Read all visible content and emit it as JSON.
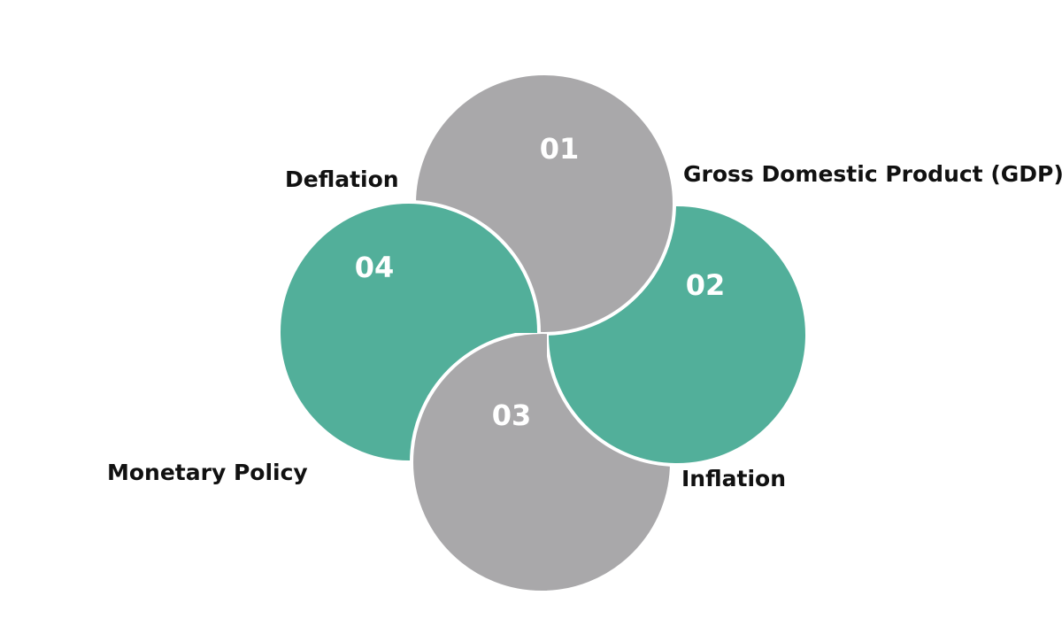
{
  "diagram": {
    "type": "four-circle pinwheel",
    "colors": {
      "gray": "#a9a8aa",
      "teal": "#52af9a",
      "outline": "#ffffff",
      "label_text": "#111111",
      "number_text": "#ffffff"
    },
    "segments": [
      {
        "number": "01",
        "label": "Gross Domestic Product (GDP)",
        "color": "gray",
        "position": "top"
      },
      {
        "number": "02",
        "label": "Inflation",
        "color": "teal",
        "position": "right"
      },
      {
        "number": "03",
        "label": "Monetary Policy",
        "color": "gray",
        "position": "bottom"
      },
      {
        "number": "04",
        "label": "Deflation",
        "color": "teal",
        "position": "left"
      }
    ]
  }
}
